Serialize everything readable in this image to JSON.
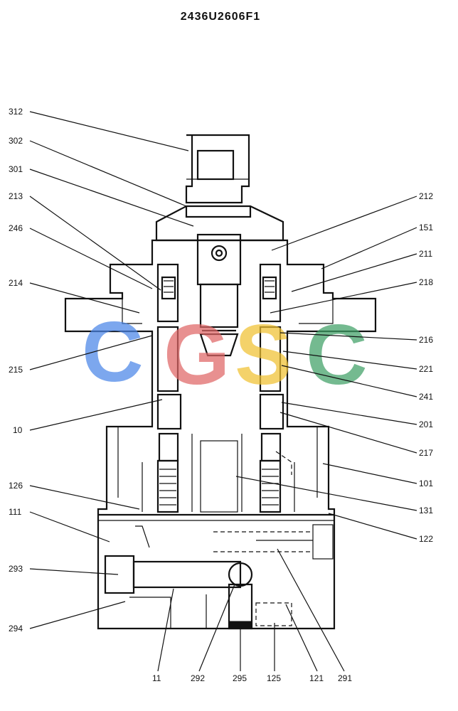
{
  "drawing_number": "2436U2606F1",
  "watermark": {
    "letters": [
      "C",
      "G",
      "S",
      "C"
    ],
    "colors": [
      "#4a86e8",
      "#e06666",
      "#f1c232",
      "#3fa066"
    ]
  },
  "callouts": {
    "p312": "312",
    "p302": "302",
    "p301": "301",
    "p213": "213",
    "p246": "246",
    "p214": "214",
    "p215": "215",
    "p10": "10",
    "p126": "126",
    "p111": "111",
    "p293": "293",
    "p294": "294",
    "p11": "11",
    "p292": "292",
    "p295": "295",
    "p125": "125",
    "p121": "121",
    "p291": "291",
    "p212": "212",
    "p151": "151",
    "p211": "211",
    "p218a": "218",
    "p216": "216",
    "p221": "221",
    "p241": "241",
    "p201": "201",
    "p217": "217",
    "p101": "101",
    "p131": "131",
    "p122": "122"
  }
}
